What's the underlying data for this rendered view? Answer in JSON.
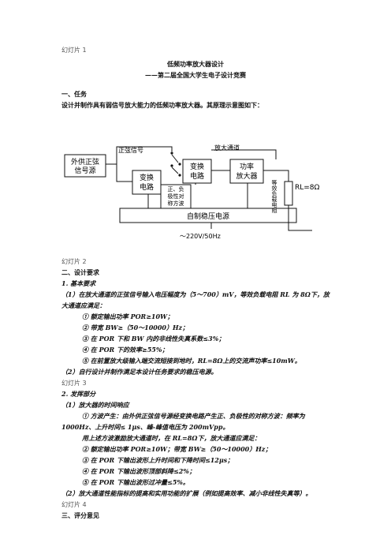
{
  "slides": [
    "幻灯片 1",
    "幻灯片 2",
    "幻灯片 3",
    "幻灯片 4"
  ],
  "title": "低频功率放大器设计",
  "subtitle": "——第二届全国大学生电子设计竞赛",
  "sec1": {
    "heading": "一、任务",
    "text": "设计并制作具有弱信号放大能力的低频功率放大器。其原理示意图如下："
  },
  "diagram": {
    "ext_source": [
      "外供正弦",
      "信号源"
    ],
    "label_normal": "正弦信号",
    "label_amp_channel": "放大通道",
    "conv1": [
      "变换",
      "电路"
    ],
    "conv2": [
      "变换",
      "电路"
    ],
    "power_amp": [
      "功率",
      "放大器"
    ],
    "pulse_gen": [
      "正、负",
      "极性对",
      "称方波"
    ],
    "psu": "自制稳压电源",
    "load_vertical": "等效负载电阻",
    "rl": "RL=8Ω",
    "mains": "～220V/50Hz"
  },
  "sec2": {
    "heading": "二、设计要求",
    "basic_heading": "1.  基本要求",
    "p1_line1": "（1）在放大通道的正弦信号输入电压幅度为（5～700）mV，等效负载电阻 RL 为 8Ω下，放",
    "p1_line2": "大通道应满足：",
    "items": [
      "①  额定输出功率 POR≥10W；",
      "②  带宽 BW≥（50～10000）Hz；",
      "③  在 POR 下和 BW 内的非线性失真系数≤3%；",
      "④  在 POR 下的效率≥55%；",
      "⑤  在前置放大级输入端交流短接到地时，RL=8Ω上的交流声功率≤10mW。"
    ],
    "p2": "（2）自行设计并制作满足本设计任务要求的稳压电源。"
  },
  "sec3": {
    "heading": "2.  发挥部分",
    "p1": "（1）放大器的时间响应",
    "item1_line1": "①  方波产生：由外供正弦信号源经变换电路产生正、负极性的对称方波：频率为",
    "item1_line2": "1000Hz、上升时间≤    1μs、峰-峰值电压为 200mVpp。",
    "note": "用上述方波激励放大通道时，在 RL=8Ω下，放大通道应满足：",
    "items": [
      "②  额定输出功率 POR≥10W；带宽 BW≥（50～10000）Hz；",
      "③  在 POR 下输出波形上升时间和下降时间≤12μs；",
      "④  在 POR 下输出波形顶部斜降≤2%；",
      "⑤  在 POR 下输出波形过冲量≤5%。"
    ],
    "p2": "（2）放大通道性能指标的提高和实用功能的扩展（例如提高效率、减小非线性失真等）。"
  },
  "sec4": {
    "heading": "三、评分意见"
  }
}
